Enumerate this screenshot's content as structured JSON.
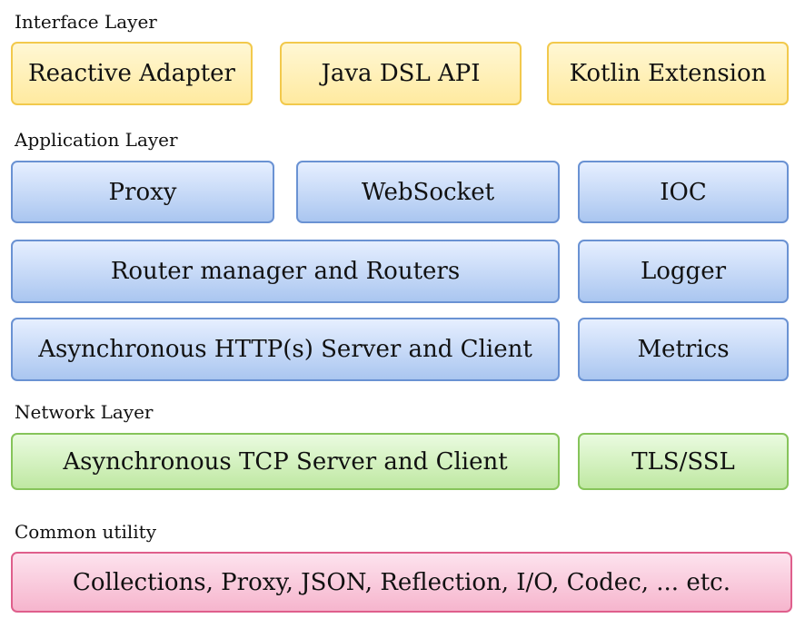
{
  "interface_layer": {
    "label": "Interface Layer",
    "boxes": [
      "Reactive Adapter",
      "Java DSL API",
      "Kotlin Extension"
    ]
  },
  "application_layer": {
    "label": "Application Layer",
    "boxes": [
      "Proxy",
      "WebSocket",
      "IOC",
      "Router manager and Routers",
      "Logger",
      "Asynchronous HTTP(s) Server and Client",
      "Metrics"
    ]
  },
  "network_layer": {
    "label": "Network Layer",
    "boxes": [
      "Asynchronous TCP Server and Client",
      "TLS/SSL"
    ]
  },
  "common_utility": {
    "label": "Common utility",
    "boxes": [
      "Collections, Proxy, JSON, Reflection, I/O, Codec, ... etc."
    ]
  },
  "colors": {
    "interface": "#ffeaa0",
    "application": "#aac6f0",
    "network": "#bfe8a2",
    "common": "#f6b5cd"
  }
}
